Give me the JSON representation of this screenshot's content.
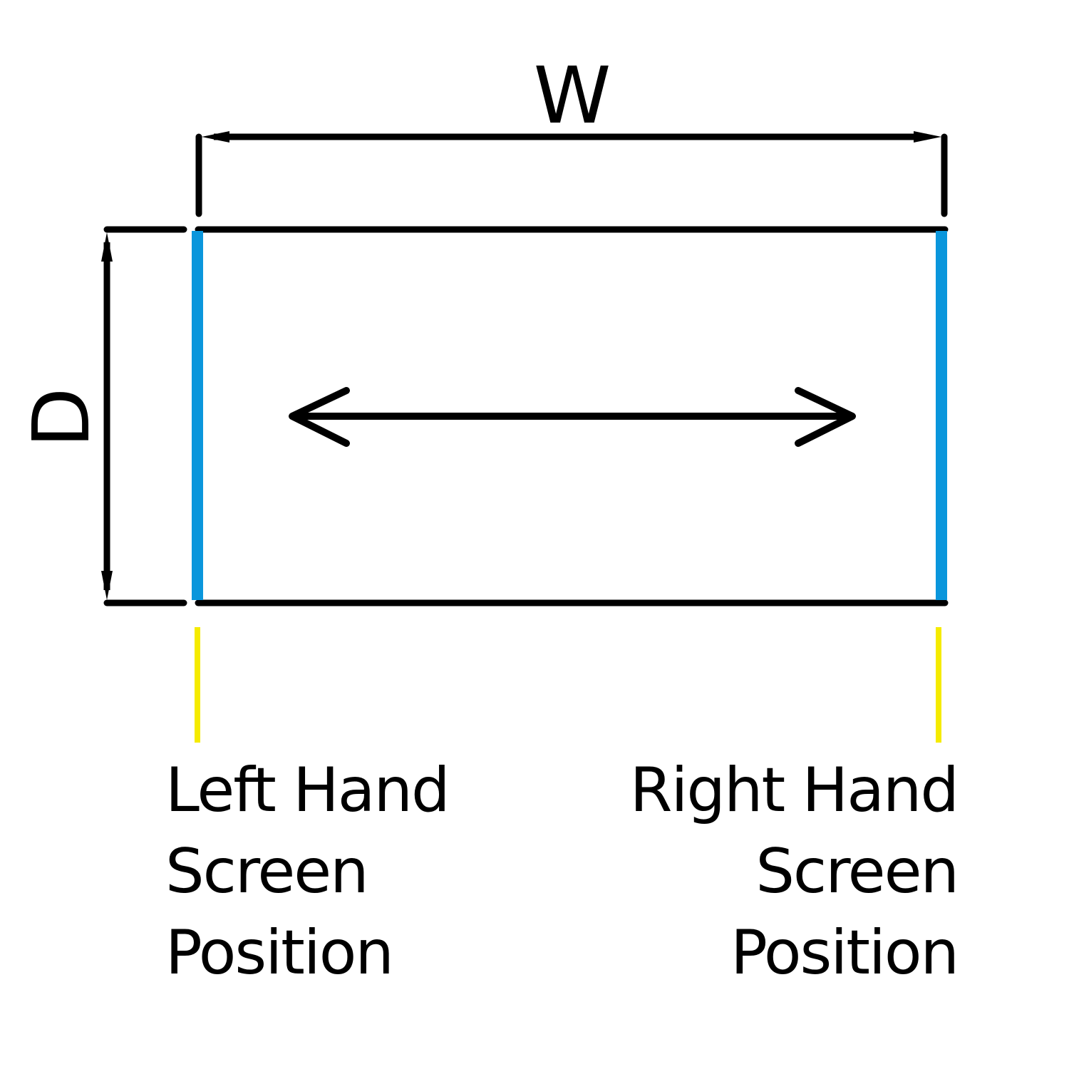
{
  "diagram": {
    "width_label": "W",
    "depth_label": "D",
    "colors": {
      "outline": "#000000",
      "screen_edge": "#0a96dc",
      "position_marker": "#f5eb00",
      "background": "#ffffff"
    },
    "motion_indicator": "double-headed-arrow",
    "left_label": {
      "lines": [
        "Left Hand",
        "Screen",
        "Position"
      ]
    },
    "right_label": {
      "lines": [
        "Right Hand",
        "Screen",
        "Position"
      ]
    }
  }
}
